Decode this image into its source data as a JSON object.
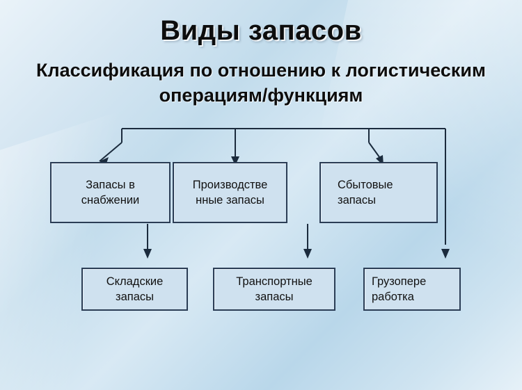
{
  "slide": {
    "title": "Виды запасов",
    "subtitle": "Классификация по отношению к логистическим операциям/функциям",
    "accent_border": "#2b3d55",
    "node_fill": "#cfe1ef",
    "background": "#c2dcec"
  },
  "nodes": {
    "row1": [
      {
        "id": "supply",
        "line1": "Запасы в",
        "line2": "снабжении"
      },
      {
        "id": "production",
        "line1": "Производстве",
        "line2": "нные запасы"
      },
      {
        "id": "sales",
        "line1": "Сбытовые",
        "line2": "запасы"
      }
    ],
    "row2": [
      {
        "id": "warehouse",
        "line1": "Складские",
        "line2": "запасы"
      },
      {
        "id": "transport",
        "line1": "Транспортные",
        "line2": "запасы"
      },
      {
        "id": "handling",
        "line1": "Грузопере",
        "line2": "работка"
      }
    ]
  },
  "chart_data": {
    "type": "diagram",
    "title": "Виды запасов",
    "root": "Классификация по отношению к логистическим операциям/функциям",
    "children": [
      "Запасы в снабжении",
      "Производственные запасы",
      "Сбытовые запасы",
      "Складские запасы",
      "Транспортные запасы",
      "Грузопереработка"
    ]
  }
}
